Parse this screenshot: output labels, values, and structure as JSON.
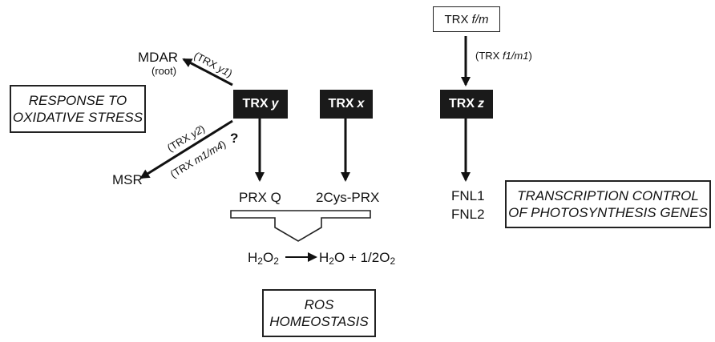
{
  "nodes": {
    "trx_fm": {
      "prefix": "TRX",
      "var": "f/m"
    },
    "trx_y": {
      "prefix": "TRX",
      "var": "y"
    },
    "trx_x": {
      "prefix": "TRX",
      "var": "x"
    },
    "trx_z": {
      "prefix": "TRX",
      "var": "z"
    },
    "mdar": "MDAR",
    "mdar_sub": "(root)",
    "msr": "MSR",
    "prxq": "PRX Q",
    "cys_prx": "2Cys-PRX",
    "fnl1": "FNL1",
    "fnl2": "FNL2",
    "question": "?"
  },
  "edge_labels": {
    "trx_y1": {
      "open": "(TRX ",
      "var": "y1",
      "close": ")"
    },
    "trx_y2": {
      "open": "(TRX ",
      "var": "y2",
      "close": ")"
    },
    "trx_m1m4": {
      "open": "(TRX ",
      "var": "m1/m4",
      "close": ")"
    },
    "trx_f1m1": {
      "open": "(TRX ",
      "var": "f1/m1",
      "close": ")"
    }
  },
  "reaction": {
    "left": "H",
    "left_sub": "2",
    "left_o": "O",
    "left_sub2": "2",
    "mid": "H",
    "mid_sub": "2",
    "mid_o": "O",
    "plus": "+ 1/2O",
    "plus_sub": "2"
  },
  "boxes": {
    "response": [
      "RESPONSE TO",
      "OXIDATIVE STRESS"
    ],
    "transcription": [
      "TRANSCRIPTION CONTROL",
      "OF PHOTOSYNTHESIS GENES"
    ],
    "ros": [
      "ROS",
      "HOMEOSTASIS"
    ]
  }
}
